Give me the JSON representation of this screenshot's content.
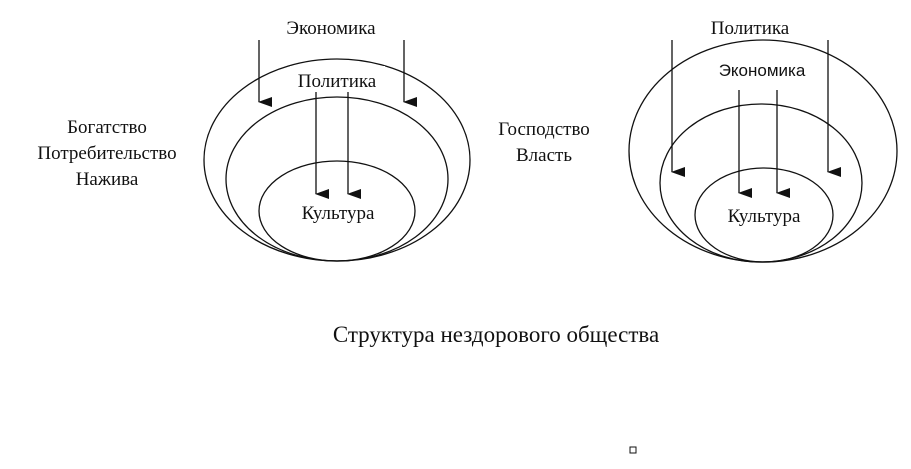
{
  "left_diagram": {
    "top_label": "Экономика",
    "outer_label": "Политика",
    "inner_label": "Культура",
    "side_lines": [
      "Богатство",
      "Потребительство",
      "Нажива"
    ]
  },
  "right_diagram": {
    "top_label": "Политика",
    "outer_label": "Экономика",
    "inner_label": "Культура",
    "side_lines": [
      "Господство",
      "Власть"
    ]
  },
  "caption": "Структура нездорового общества"
}
